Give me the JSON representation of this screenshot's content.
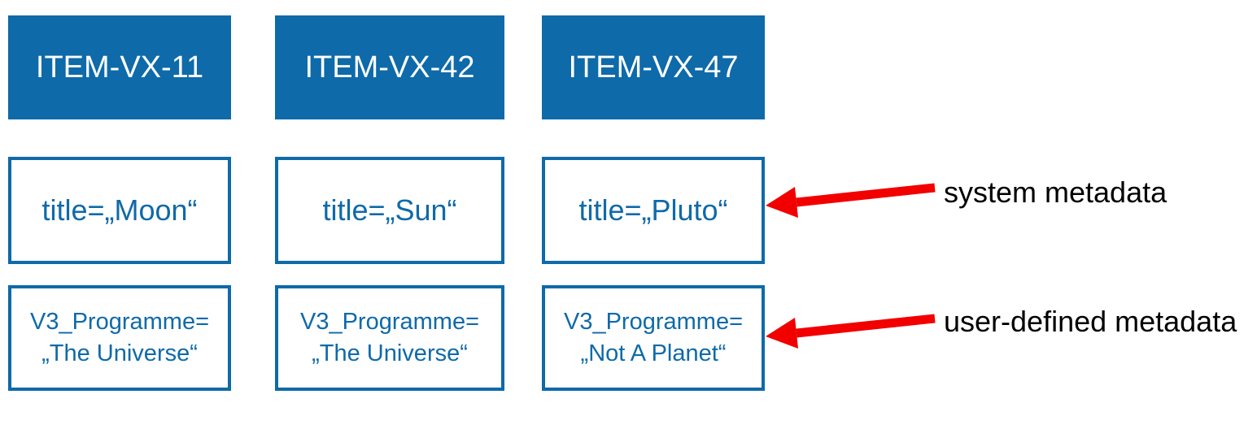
{
  "palette": {
    "blue": "#0E6AA9",
    "red": "#F20000",
    "label_text": "#000000",
    "background": "#FFFFFF"
  },
  "items": [
    {
      "id": "ITEM-VX-11",
      "system_metadata": "title=„Moon“",
      "user_metadata": [
        "V3_Programme=",
        "„The Universe“"
      ]
    },
    {
      "id": "ITEM-VX-42",
      "system_metadata": "title=„Sun“",
      "user_metadata": [
        "V3_Programme=",
        "„The Universe“"
      ]
    },
    {
      "id": "ITEM-VX-47",
      "system_metadata": "title=„Pluto“",
      "user_metadata": [
        "V3_Programme=",
        "„Not A Planet“"
      ]
    }
  ],
  "annotations": [
    {
      "label": "system metadata"
    },
    {
      "label": "user-defined metadata"
    }
  ]
}
